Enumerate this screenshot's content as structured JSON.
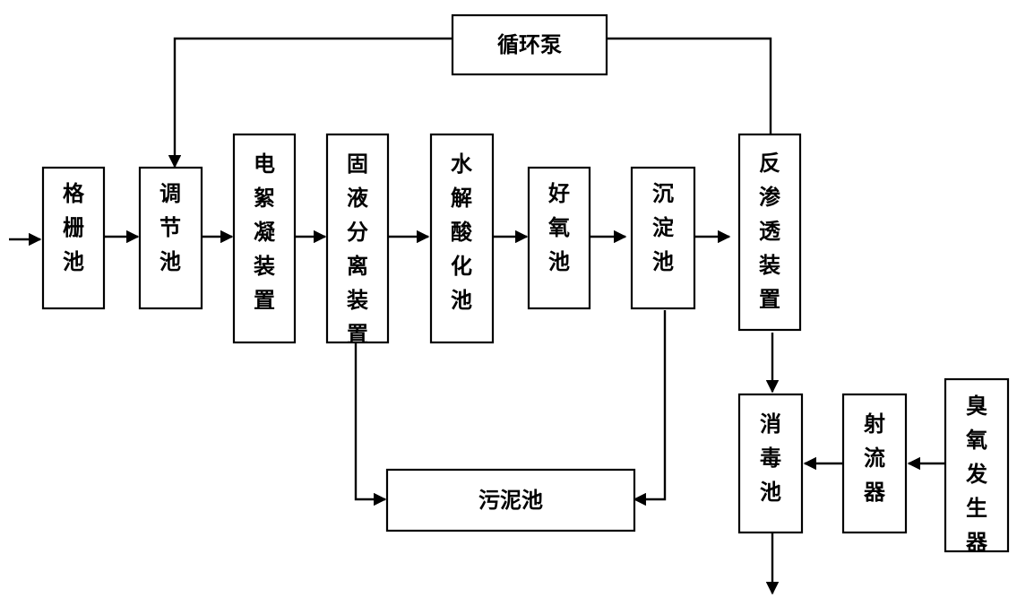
{
  "diagram": {
    "nodes": {
      "grid_tank": "格栅池",
      "equalization_tank": "调节池",
      "electroflocculation": "电絮凝装置",
      "solid_liquid_separation": "固液分离装置",
      "hydrolysis_acidification": "水解酸化池",
      "aerobic_tank": "好氧池",
      "sedimentation_tank": "沉淀池",
      "reverse_osmosis": "反渗透装置",
      "circulation_pump": "循环泵",
      "sludge_tank": "污泥池",
      "disinfection_tank": "消毒池",
      "jet_device": "射流器",
      "ozone_generator": "臭氧发生器"
    }
  }
}
